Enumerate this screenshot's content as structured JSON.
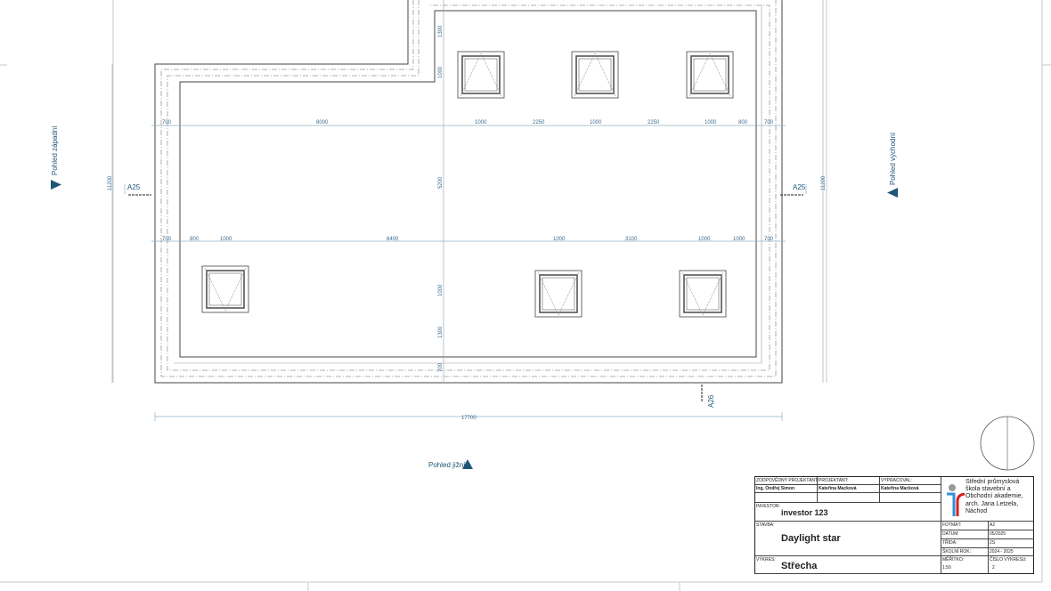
{
  "views": {
    "west": "Pohled západní",
    "east": "Pohled východní",
    "south": "Pohled jižní"
  },
  "sections": {
    "a25_left": "A25",
    "a25_right": "A25",
    "a26": "A26"
  },
  "dimensions": {
    "top_row": [
      "700",
      "8000",
      "1000",
      "2250",
      "1000",
      "2250",
      "1000",
      "800",
      "700"
    ],
    "bottom_row": [
      "700",
      "800",
      "1000",
      "8400",
      "1000",
      "3100",
      "1000",
      "1000",
      "700"
    ],
    "vertical_mid": [
      "1300",
      "1000",
      "5200",
      "1000",
      "1300",
      "700"
    ],
    "overall_width": "17700",
    "overall_height_left": "11200",
    "overall_height_right": "11200"
  },
  "title_block": {
    "responsible_label": "ZODPOVĚDNÝ PROJEKTANT:",
    "responsible": "Ing. Ondřej Simon",
    "designer_label": "PROJEKTANT:",
    "designer": "Kateřina Macková",
    "prepared_label": "VYPRACOVAL:",
    "prepared": "Kateřina Macková",
    "investor_label": "INVESTOR:",
    "investor": "investor 123",
    "building_label": "STAVBA:",
    "building": "Daylight star",
    "drawing_label": "VÝKRES:",
    "drawing": "Střecha",
    "school": "Střední průmyslová škola stavební a Obchodní akademie, arch. Jana Letzela, Náchod",
    "format_label": "FOTMÁT:",
    "format": "A2",
    "date_label": "DATUM:",
    "date": "05/2025",
    "class_label": "TŘÍDA:",
    "class": "2S",
    "year_label": "ŠKOLNÍ ROK:",
    "year": "2024 - 2025",
    "scale_label": "MĚŘÍTKO:",
    "scale": "1:50",
    "number_label": "ČÍSLO VÝKRESU:",
    "number": "2"
  },
  "colors": {
    "accent": "#1f5577",
    "dim": "#8fb0c8",
    "logo_blue": "#2f8fd8",
    "logo_red": "#d62020"
  }
}
